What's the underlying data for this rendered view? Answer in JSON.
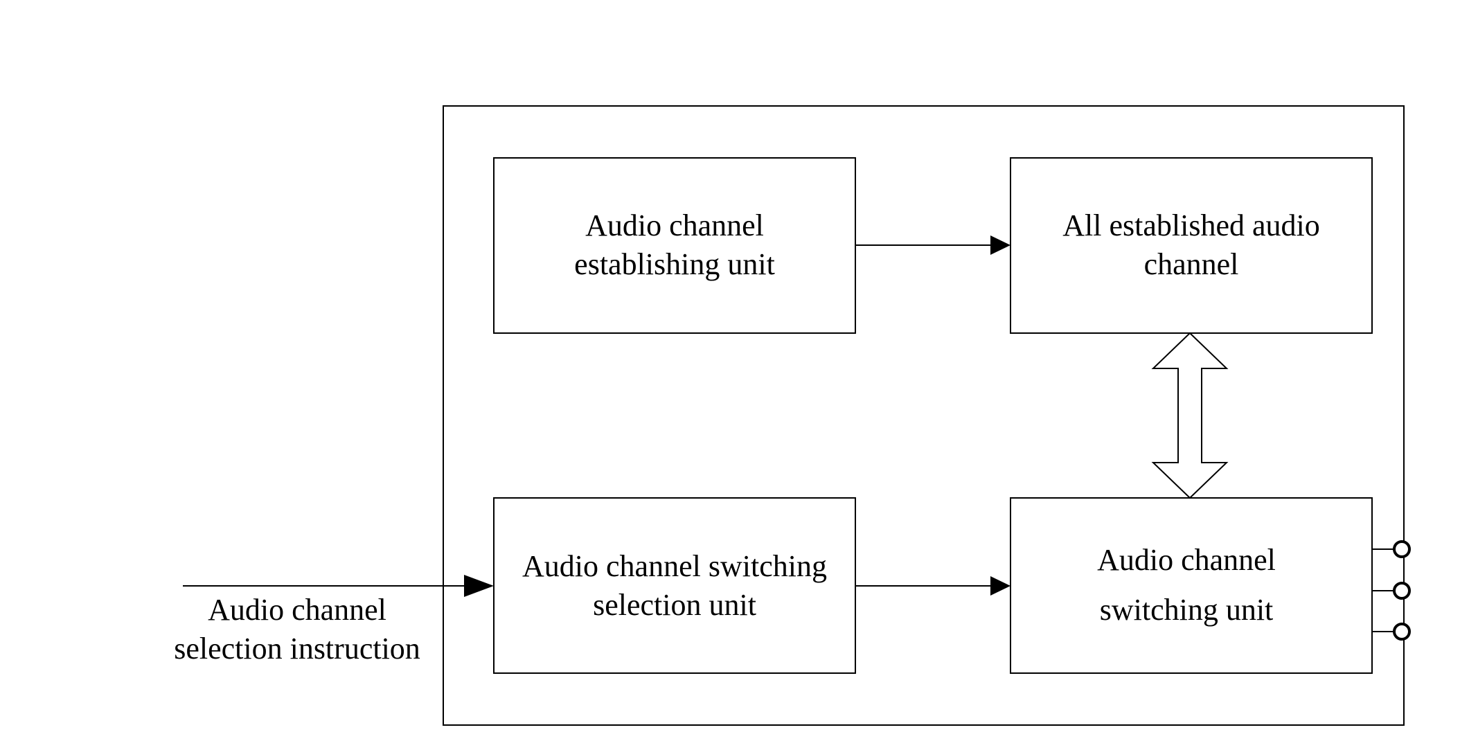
{
  "diagram": {
    "boxes": {
      "establishing_unit": {
        "line1": "Audio channel",
        "line2": "establishing unit"
      },
      "established_channels": {
        "line1": "All established audio",
        "line2": "channel"
      },
      "switching_selection_unit": {
        "line1": "Audio channel switching",
        "line2": "selection unit"
      },
      "switching_unit": {
        "line1": "Audio channel",
        "line2": "switching unit"
      }
    },
    "input_label": {
      "line1": "Audio channel",
      "line2": "selection instruction"
    },
    "output_terminal_count": 3
  }
}
